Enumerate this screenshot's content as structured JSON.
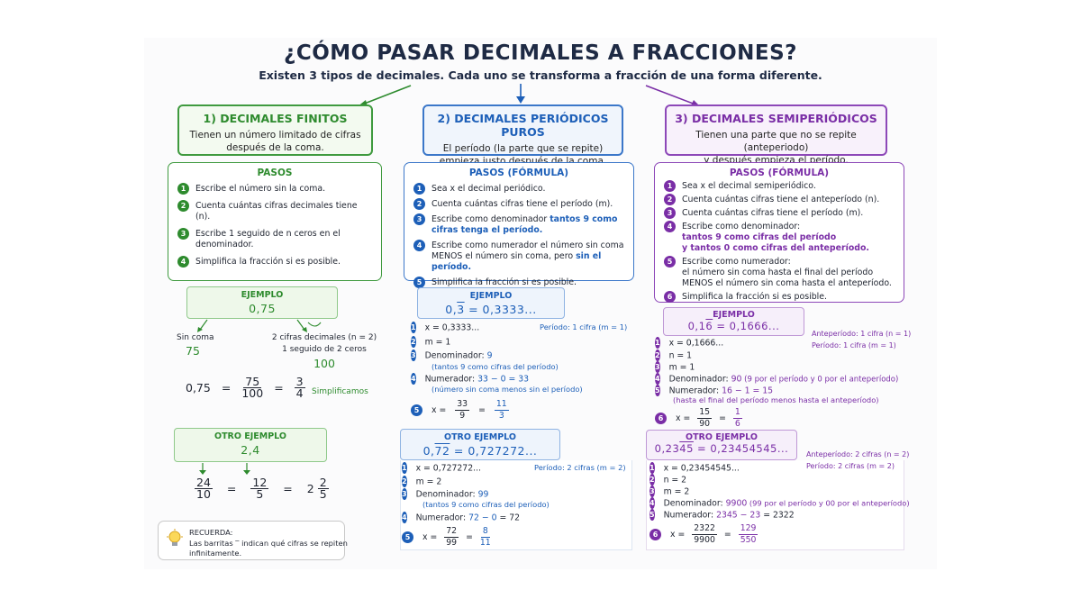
{
  "title": "¿CÓMO PASAR DECIMALES A FRACCIONES?",
  "subtitle": "Existen 3 tipos de decimales. Cada uno se transforma a fracción de una forma diferente.",
  "col1": {
    "header": "1) DECIMALES FINITOS",
    "desc1": "Tienen un número limitado de cifras",
    "desc2": "después de la coma.",
    "steps_title": "PASOS",
    "steps": [
      "Escribe el número sin la coma.",
      "Cuenta cuántas cifras decimales tiene (n).",
      "Escribe 1 seguido de n ceros en el",
      "denominador.",
      "Simplifica la fracción si es posible."
    ],
    "ex_label": "EJEMPLO",
    "ex_value": "0,75",
    "sin_coma": "Sin coma",
    "sin_coma_val": "75",
    "cifras1": "2 cifras decimales (n = 2)",
    "cifras2": "1 seguido de 2 ceros",
    "cifras_val": "100",
    "eq_lhs": "0,75",
    "eq_eq": "=",
    "eq_n1": "75",
    "eq_d1": "100",
    "eq_n2": "3",
    "eq_d2": "4",
    "simplificamos": "Simplificamos",
    "ex2_label": "OTRO EJEMPLO",
    "ex2_value": "2,4",
    "ex2_n1": "24",
    "ex2_d1": "10",
    "ex2_n2": "12",
    "ex2_d2": "5",
    "ex2_whole": "2",
    "ex2_n3": "2",
    "ex2_d3": "5",
    "recuerda_title": "RECUERDA:",
    "recuerda1": "Las barritas ‾ indican qué cifras se repiten",
    "recuerda2": "infinitamente."
  },
  "col2": {
    "header": "2) DECIMALES PERIÓDICOS PUROS",
    "desc1": "El período (la parte que se repite)",
    "desc2": "empieza justo después de la coma.",
    "steps_title": "PASOS (FÓRMULA)",
    "s1": "Sea x el decimal periódico.",
    "s2": "Cuenta cuántas cifras tiene el período (m).",
    "s3a": "Escribe como denominador ",
    "s3b": "tantos 9 como",
    "s3c": "cifras tenga el período.",
    "s4a": "Escribe como numerador el número sin coma",
    "s4b": "MENOS el número sin coma, pero ",
    "s4c": "sin el período.",
    "s5": "Simplifica la fracción si es posible.",
    "ex_label": "EJEMPLO",
    "ex_int": "0,",
    "ex_per": "3",
    "ex_rest": " = 0,3333...",
    "periodo_note": "Período: 1 cifra (m = 1)",
    "l1": "x = 0,3333...",
    "l2": "m = 1",
    "l3": "Denominador: ",
    "l3v": "9",
    "l3s": "(tantos 9 como cifras del período)",
    "l4": "Numerador: ",
    "l4v": "33 − 0 = 33",
    "l4s": "(número sin coma menos sin el período)",
    "l5x": "x =",
    "l5n1": "33",
    "l5d1": "9",
    "l5n2": "11",
    "l5d2": "3",
    "ex2_label": "OTRO EJEMPLO",
    "ex2_int": "0,",
    "ex2_per": "72",
    "ex2_rest": " = 0,727272...",
    "periodo2_note": "Período: 2 cifras (m = 2)",
    "m1": "x = 0,727272...",
    "m2": "m = 2",
    "m3": "Denominador: ",
    "m3v": "99",
    "m3s": "(tantos 9 como cifras del período)",
    "m4": "Numerador: ",
    "m4v": "72 − 0",
    "m4r": " = 72",
    "m5x": "x =",
    "m5n1": "72",
    "m5d1": "99",
    "m5n2": "8",
    "m5d2": "11"
  },
  "col3": {
    "header": "3) DECIMALES SEMIPERIÓDICOS",
    "desc1": "Tienen una parte que no se repite (anteperiodo)",
    "desc2": "y después empieza el período.",
    "steps_title": "PASOS (FÓRMULA)",
    "s1": "Sea x el decimal semiperiódico.",
    "s2": "Cuenta cuántas cifras tiene el anteperíodo (n).",
    "s3": "Cuenta cuántas cifras tiene el período (m).",
    "s4a": "Escribe como denominador:",
    "s4b": "tantos 9 como cifras del período",
    "s4c": "y tantos 0 como cifras del anteperíodo.",
    "s5a": "Escribe como numerador:",
    "s5b": "el número sin coma hasta el final del período",
    "s5c": "MENOS el número sin coma hasta el anteperíodo.",
    "s6": "Simplifica la fracción si es posible.",
    "ex_label": "EJEMPLO",
    "ex_int": "0,1",
    "ex_per": "6",
    "ex_rest": " = 0,1666...",
    "note1": "Anteperíodo: 1 cifra (n = 1)",
    "note2": "Período: 1 cifra (m = 1)",
    "l1": "x = 0,1666...",
    "l2": "n = 1",
    "l3": "m = 1",
    "l4": "Denominador: ",
    "l4v": "90",
    "l4s": " (9 por el período y 0 por el anteperíodo)",
    "l5": "Numerador: ",
    "l5v": "16 − 1 = 15",
    "l5s": "(hasta el final del período menos hasta el anteperíodo)",
    "l6x": "x =",
    "l6n1": "15",
    "l6d1": "90",
    "l6n2": "1",
    "l6d2": "6",
    "ex2_label": "OTRO EJEMPLO",
    "ex2_int": "0,23",
    "ex2_per": "45",
    "ex2_rest": " = 0,23454545...",
    "note3": "Anteperíodo: 2 cifras (n = 2)",
    "note4": "Período: 2 cifras (m = 2)",
    "m1": "x = 0,23454545...",
    "m2": "n = 2",
    "m3": "m = 2",
    "m4": "Denominador: ",
    "m4v": "9900",
    "m4s": " (99 por el período y 00 por el anteperíodo)",
    "m5": "Numerador: ",
    "m5v": "2345 − 23",
    "m5r": " = 2322",
    "m6x": "x =",
    "m6n1": "2322",
    "m6d1": "9900",
    "m6n2": "129",
    "m6d2": "550"
  },
  "icons": {
    "bulb": "lightbulb-icon",
    "arrow": "arrow-icon"
  },
  "colors": {
    "green": "#2e8b2e",
    "blue": "#1d5fb8",
    "purple": "#7a2ea6",
    "title": "#1e2a44"
  }
}
